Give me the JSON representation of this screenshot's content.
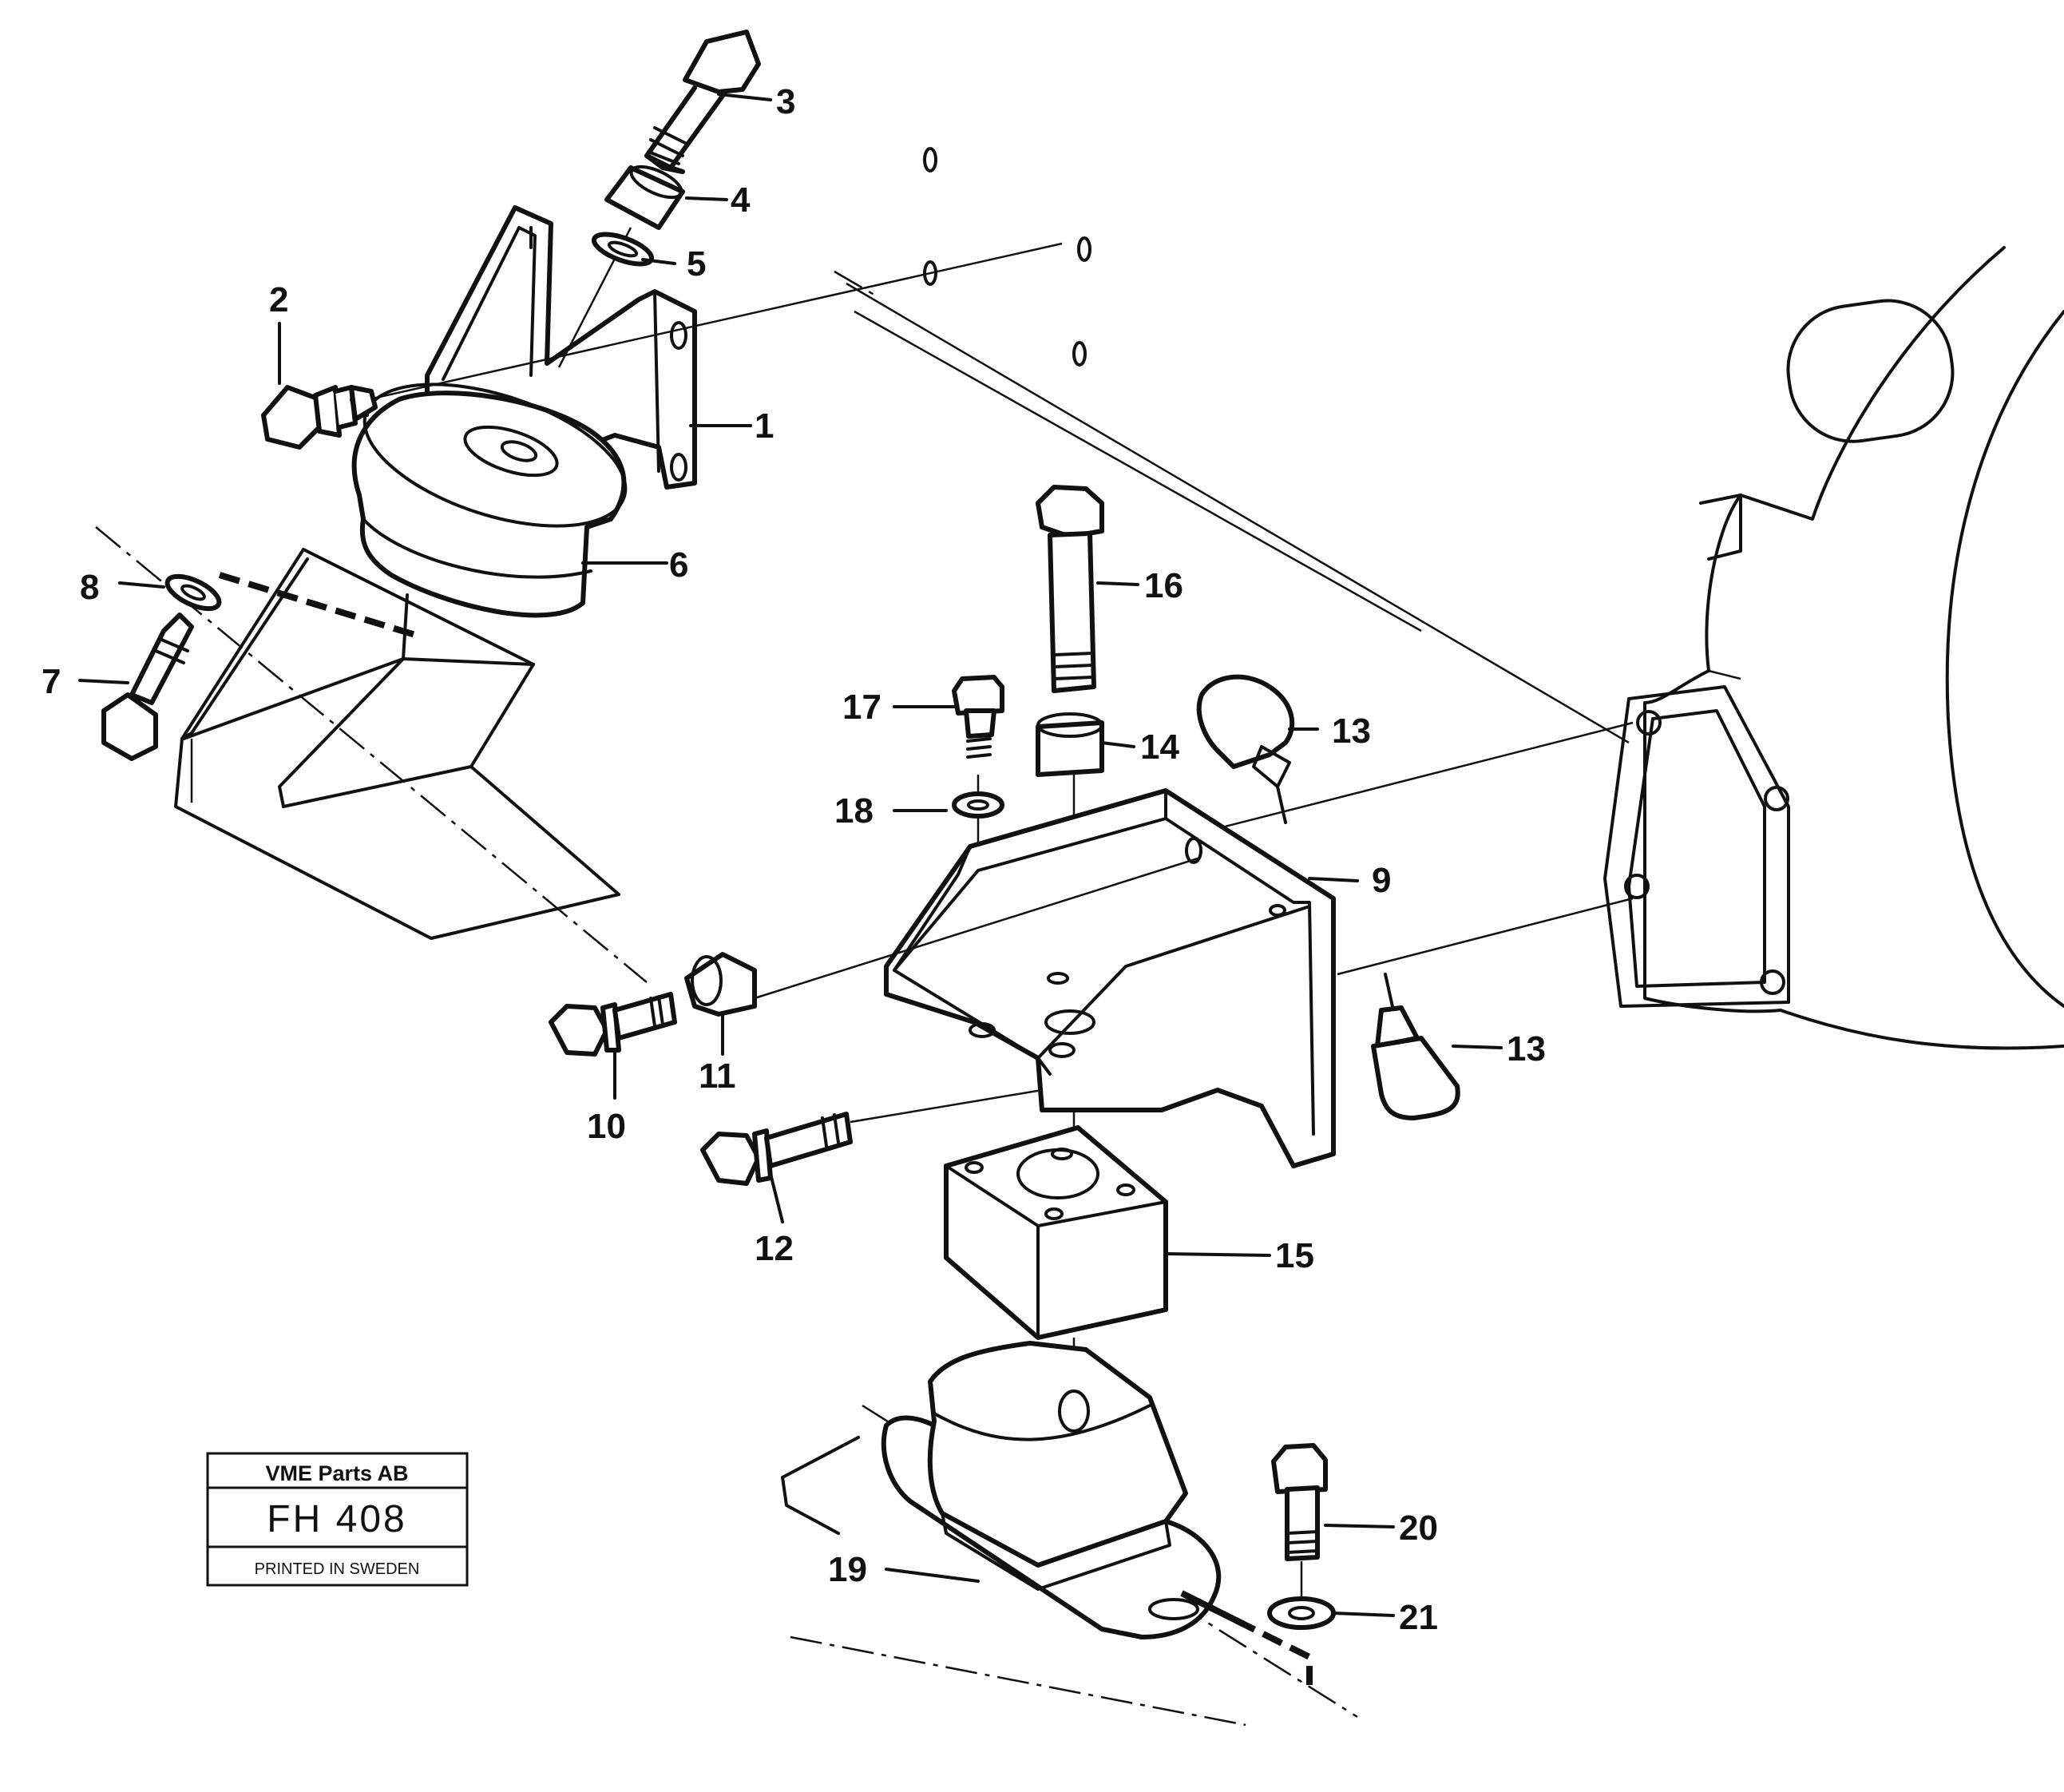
{
  "title_block": {
    "company": "VME Parts AB",
    "code": "FH 408",
    "printed": "PRINTED IN SWEDEN"
  },
  "callouts": {
    "c1": "1",
    "c2": "2",
    "c3": "3",
    "c4": "4",
    "c5": "5",
    "c6": "6",
    "c7": "7",
    "c8": "8",
    "c9": "9",
    "c10": "10",
    "c11": "11",
    "c12": "12",
    "c13a": "13",
    "c13b": "13",
    "c14": "14",
    "c15": "15",
    "c16": "16",
    "c17": "17",
    "c18": "18",
    "c19": "19",
    "c20": "20",
    "c21": "21"
  }
}
